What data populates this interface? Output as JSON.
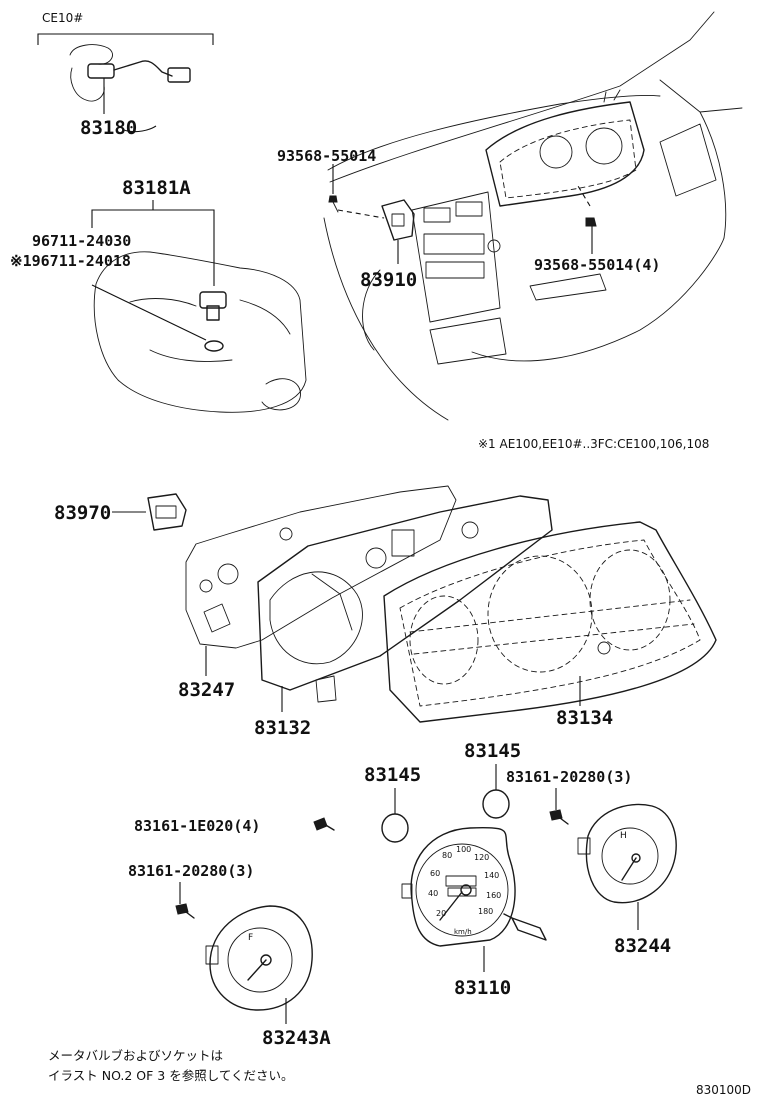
{
  "variant_group": {
    "label": "CE10#"
  },
  "parts": {
    "p83180": "83180",
    "p83181A": "83181A",
    "p96711_24030": "96711-24030",
    "p96711_24018": "※196711-24018",
    "p93568_55014": "93568-55014",
    "p83910": "83910",
    "p93568_55014_4": "93568-55014(4)",
    "p83970": "83970",
    "p83247": "83247",
    "p83132": "83132",
    "p83134": "83134",
    "p83145_left": "83145",
    "p83145_right": "83145",
    "p83161_1E020": "83161-1E020(4)",
    "p83161_20280_left": "83161-20280(3)",
    "p83161_20280_right": "83161-20280(3)",
    "p83110": "83110",
    "p83244": "83244",
    "p83243A": "83243A"
  },
  "applicability_note": "※1 AE100,EE10#..3FC:CE100,106,108",
  "bulb_note": {
    "line1": "メータバルブおよびソケットは",
    "line2": "イラスト NO.2 OF 3 を参照してください。"
  },
  "diagram_code": "830100D",
  "speedometer": {
    "unit": "km/h",
    "ticks": [
      "20",
      "40",
      "60",
      "80",
      "100",
      "120",
      "140",
      "160",
      "180"
    ]
  },
  "gauge_letters": {
    "fuel_full": "F",
    "temp_hot": "H"
  }
}
